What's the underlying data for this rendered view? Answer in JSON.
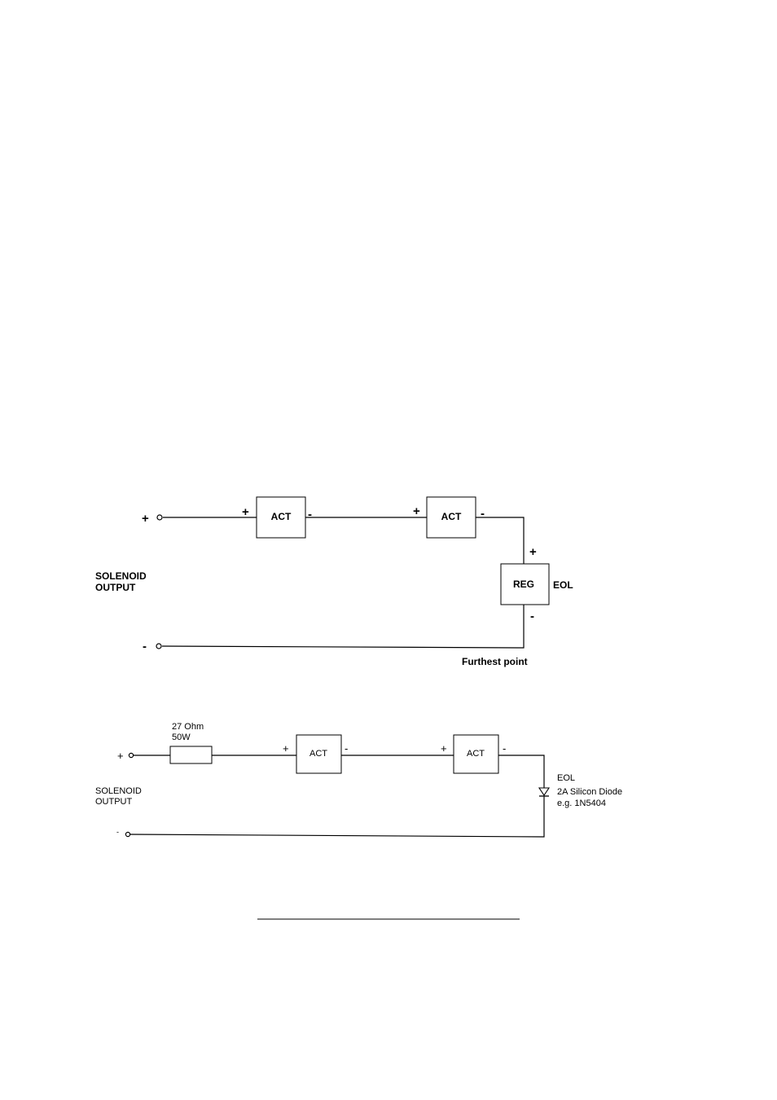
{
  "diagram1": {
    "plus_terminal": "+",
    "minus_terminal": "-",
    "output_label_line1": "SOLENOID",
    "output_label_line2": "OUTPUT",
    "act1": {
      "label": "ACT",
      "plus": "+",
      "minus": "-"
    },
    "act2": {
      "label": "ACT",
      "plus": "+",
      "minus": "-"
    },
    "reg": {
      "label": "REG",
      "plus": "+",
      "minus": "-",
      "side_label": "EOL"
    },
    "furthest_point": "Furthest point"
  },
  "diagram2": {
    "plus_terminal": "+",
    "minus_terminal": "-",
    "resistor_label_line1": "27 Ohm",
    "resistor_label_line2": "50W",
    "output_label_line1": "SOLENOID",
    "output_label_line2": "OUTPUT",
    "act1": {
      "label": "ACT",
      "plus": "+",
      "minus": "-"
    },
    "act2": {
      "label": "ACT",
      "plus": "+",
      "minus": "-"
    },
    "eol_label": "EOL",
    "diode_line1": "2A Silicon Diode",
    "diode_line2": "e.g. 1N5404"
  }
}
